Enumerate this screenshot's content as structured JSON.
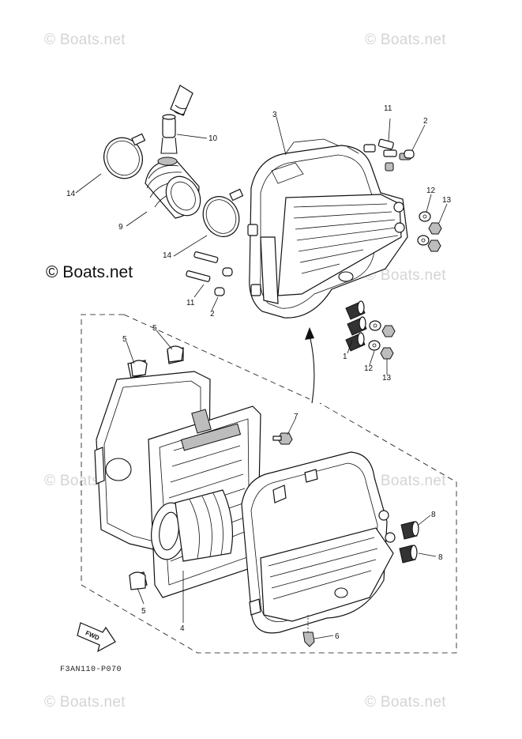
{
  "watermarks": [
    "© Boats.net",
    "© Boats.net",
    "© Boats.net",
    "© Boats.net",
    "© Boats.net",
    "© Boats.net",
    "© Boats.net"
  ],
  "brand_mark": "© Boats.net",
  "diagram_code": "F3AN110-P070",
  "fwd_label": "FWD",
  "callouts": {
    "c1": "1",
    "c2a": "2",
    "c2b": "2",
    "c3": "3",
    "c4": "4",
    "c5a": "5",
    "c5b": "5",
    "c5c": "5",
    "c6": "6",
    "c7": "7",
    "c8a": "8",
    "c8b": "8",
    "c9": "9",
    "c10": "10",
    "c11a": "11",
    "c11b": "11",
    "c12a": "12",
    "c12b": "12",
    "c13a": "13",
    "c13b": "13",
    "c14a": "14",
    "c14b": "14"
  }
}
